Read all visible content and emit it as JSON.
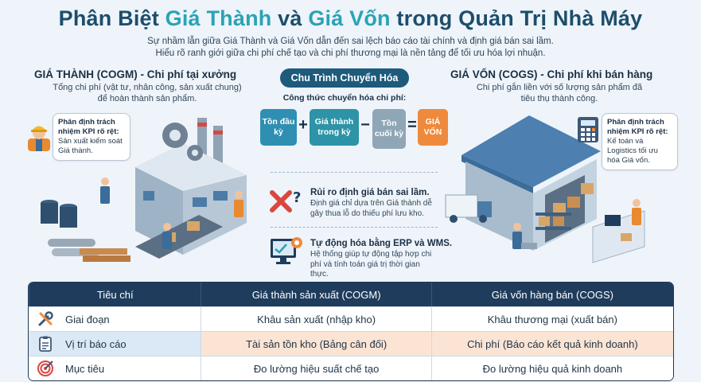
{
  "header": {
    "title_part1": "Phân Biệt ",
    "title_hl1": "Giá Thành",
    "title_part2": " và ",
    "title_hl2": "Giá Vốn",
    "title_part3": " trong Quản Trị Nhà Máy",
    "subtitle_line1": "Sự nhầm lẫn giữa Giá Thành và Giá Vốn dẫn đến sai lệch báo cáo tài chính và định giá bán sai lầm.",
    "subtitle_line2": "Hiểu rõ ranh giới giữa chi phí chế tạo và chi phí thương mại là nền tảng để tối ưu hóa lợi nhuận."
  },
  "left": {
    "heading": "GIÁ THÀNH (COGM) - Chi phí tại xưởng",
    "desc_line1": "Tổng chi phí (vật tư, nhân công, sản xuất chung)",
    "desc_line2": "để hoàn thành sản phẩm.",
    "bubble_title": "Phân định trách nhiệm KPI rõ rệt:",
    "bubble_text": "Sản xuất kiểm soát Giá thành."
  },
  "center": {
    "pill": "Chu Trình Chuyển Hóa",
    "formula_label": "Công thức chuyển hóa chi phí:",
    "boxes": [
      {
        "label": "Tồn đầu kỳ",
        "color": "#2e8fb3"
      },
      {
        "label": "Giá thành trong kỳ",
        "color": "#2d93a6"
      },
      {
        "label": "Tồn cuối kỳ",
        "color": "#8fa6b6"
      },
      {
        "label": "GIÁ VỐN",
        "color": "#ef8a3c"
      }
    ],
    "ops": [
      "+",
      "−",
      "="
    ],
    "note1_title": "Rủi ro định giá bán sai lầm.",
    "note1_text": "Định giá chỉ dựa trên Giá thành dễ gây thua lỗ do thiếu phí lưu kho.",
    "note2_title": "Tự động hóa bằng ERP và WMS.",
    "note2_text": "Hệ thống giúp tự động tập hợp chi phí và tính toán giá trị thời gian thực."
  },
  "right": {
    "heading": "GIÁ VỐN (COGS) - Chi phí khi bán hàng",
    "desc_line1": "Chi phí gắn liền với số lượng sản phẩm đã",
    "desc_line2": "tiêu thụ thành công.",
    "bubble_title": "Phân định trách nhiệm KPI rõ rệt:",
    "bubble_text": "Kế toán và Logistics tối ưu hóa Giá vốn."
  },
  "table": {
    "headers": [
      "Tiêu chí",
      "Giá thành sản xuất (COGM)",
      "Giá vốn hàng bán (COGS)"
    ],
    "rows": [
      {
        "icon": "tools-icon",
        "criterion": "Giai đoạn",
        "cogm": "Khâu sản xuất (nhập kho)",
        "cogs": "Khâu thương mại (xuất bán)"
      },
      {
        "icon": "clipboard-icon",
        "criterion": "Vị trí báo cáo",
        "cogm": "Tài sản tồn kho (Bảng cân đối)",
        "cogs": "Chi phí (Báo cáo kết quả kinh doanh)"
      },
      {
        "icon": "target-icon",
        "criterion": "Mục tiêu",
        "cogm": "Đo lường hiệu suất chế tạo",
        "cogs": "Đo lường hiệu quả kinh doanh"
      }
    ]
  },
  "colors": {
    "navy": "#1f3c5c",
    "teal": "#2aa3b5",
    "orange": "#ef8a3c",
    "red": "#d9473f"
  }
}
